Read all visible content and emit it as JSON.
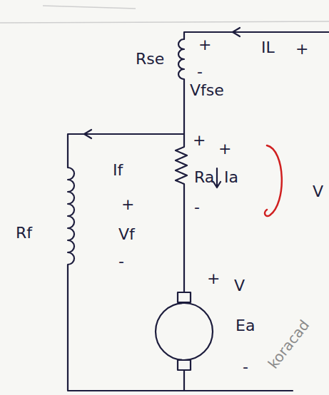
{
  "diagram": {
    "labels": [
      "IL",
      "+",
      "Rse",
      "+",
      "-",
      "Vfse",
      "If",
      "Ra",
      "Ia",
      "+",
      "+",
      "-",
      "V",
      "Rf",
      "+",
      "Vf",
      "-",
      "+",
      "V",
      "Ea",
      "-",
      "koracad"
    ]
  }
}
